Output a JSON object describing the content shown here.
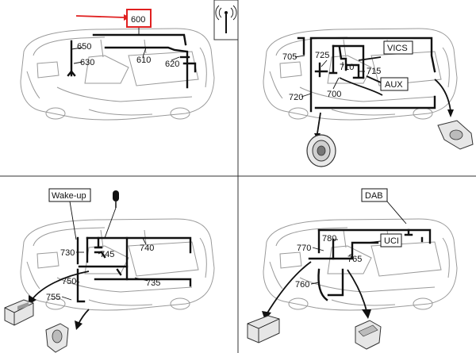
{
  "panels": {
    "top_left": {
      "highlight_label": "600",
      "labels": {
        "l650": "650",
        "l630": "630",
        "l610": "610",
        "l620": "620"
      },
      "accent_color": "#e02020"
    },
    "top_right": {
      "labels": {
        "l705": "705",
        "l725": "725",
        "l710": "710",
        "l715": "715",
        "l700": "700",
        "l720": "720"
      },
      "boxes": {
        "vics": "VICS",
        "aux": "AUX"
      }
    },
    "bottom_left": {
      "labels": {
        "l730": "730",
        "l745": "745",
        "l740": "740",
        "l750": "750",
        "l735": "735",
        "l755": "755"
      },
      "boxes": {
        "wakeup": "Wake-up"
      }
    },
    "bottom_right": {
      "labels": {
        "l770": "770",
        "l780": "780",
        "l765": "765",
        "l760": "760"
      },
      "boxes": {
        "dab": "DAB",
        "uci": "UCI"
      }
    }
  },
  "icons": [
    "antenna-icon",
    "microphone-icon",
    "speaker-icon",
    "radio-unit-icon",
    "phone-holder-icon",
    "console-icon"
  ]
}
